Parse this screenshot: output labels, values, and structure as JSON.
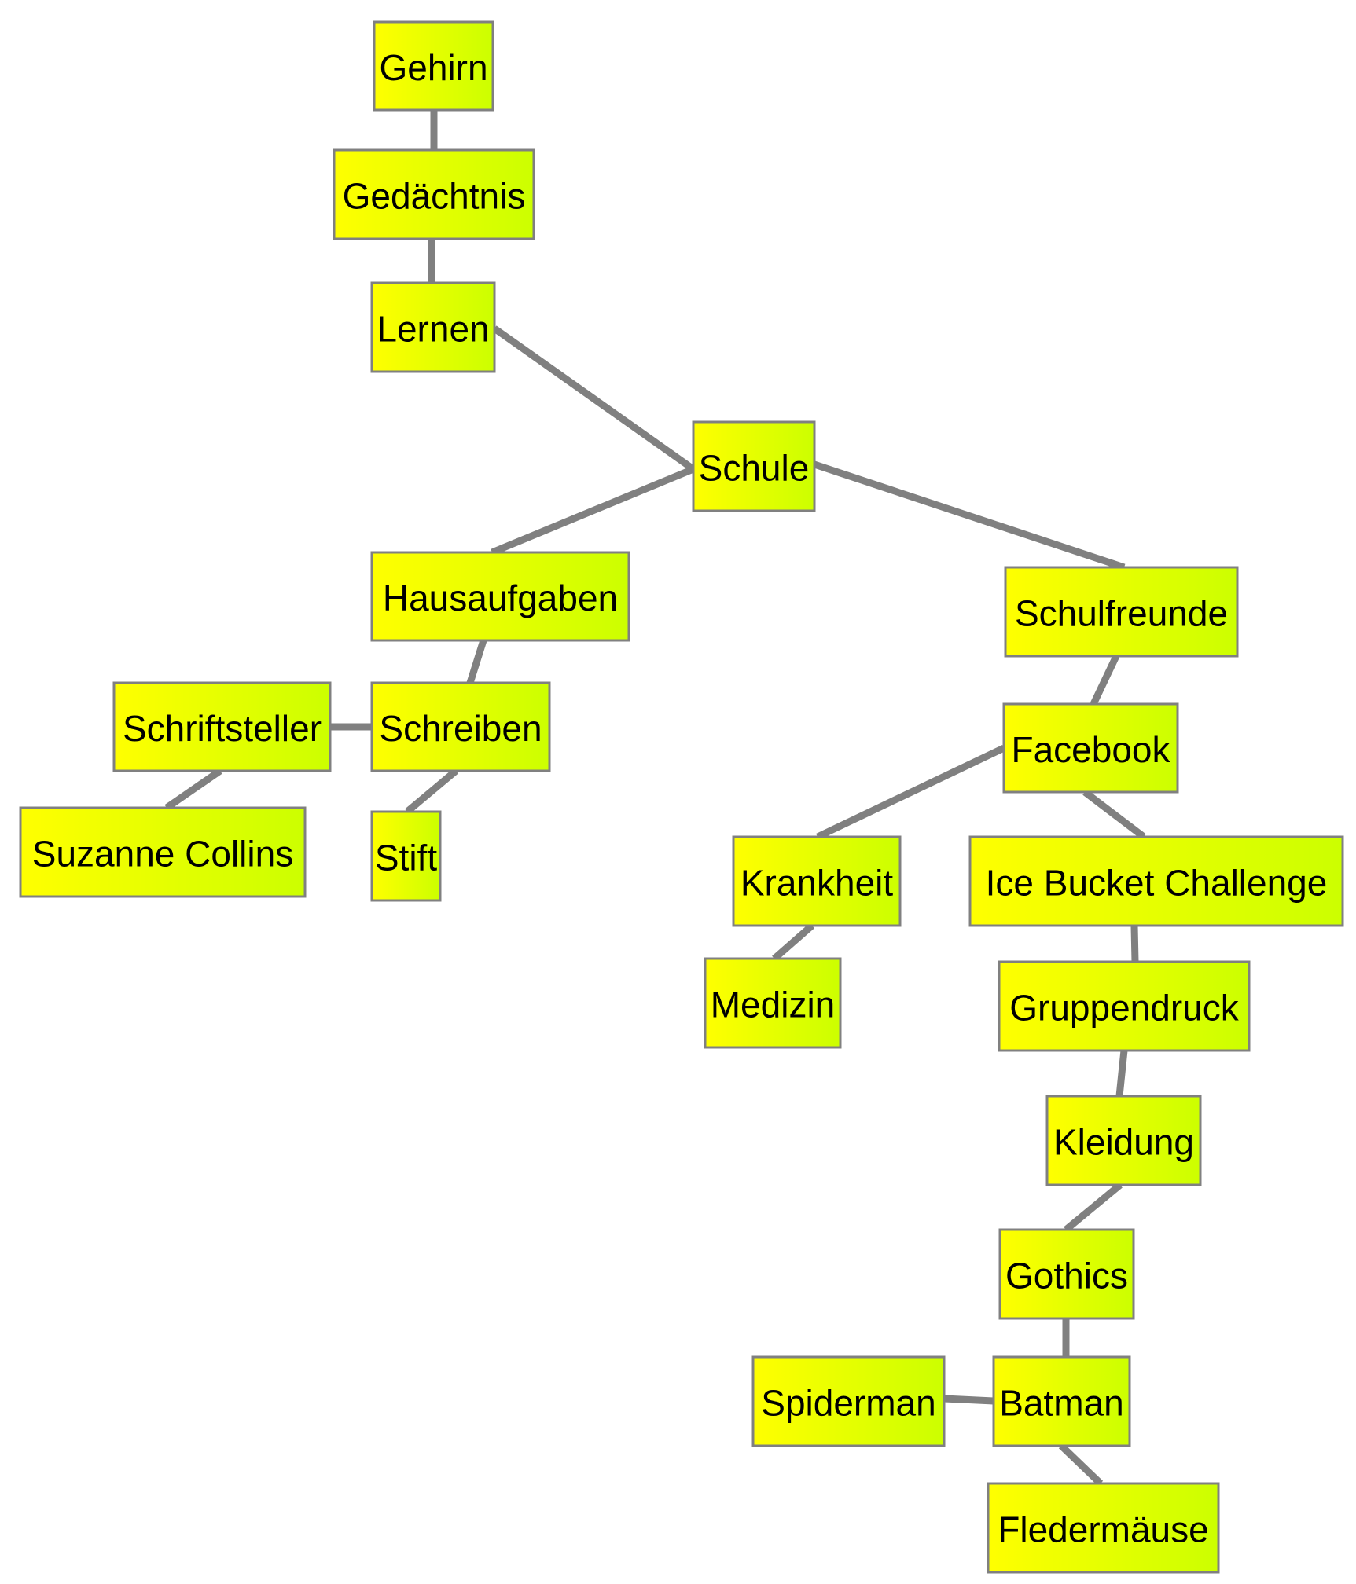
{
  "diagram": {
    "style": {
      "node_fill_start": "#ffff00",
      "node_fill_end": "#ccff00",
      "node_border": "#808080",
      "edge_color": "#808080",
      "text_color": "#000000",
      "background": "#ffffff"
    },
    "nodes": [
      {
        "id": "gehirn",
        "label": "Gehirn"
      },
      {
        "id": "gedaechtnis",
        "label": "Gedächtnis"
      },
      {
        "id": "lernen",
        "label": "Lernen"
      },
      {
        "id": "schule",
        "label": "Schule"
      },
      {
        "id": "hausaufgaben",
        "label": "Hausaufgaben"
      },
      {
        "id": "schulfreunde",
        "label": "Schulfreunde"
      },
      {
        "id": "schriftsteller",
        "label": "Schriftsteller"
      },
      {
        "id": "schreiben",
        "label": "Schreiben"
      },
      {
        "id": "facebook",
        "label": "Facebook"
      },
      {
        "id": "suzanne-collins",
        "label": "Suzanne Collins"
      },
      {
        "id": "stift",
        "label": "Stift"
      },
      {
        "id": "krankheit",
        "label": "Krankheit"
      },
      {
        "id": "ice-bucket-challenge",
        "label": "Ice Bucket Challenge"
      },
      {
        "id": "medizin",
        "label": "Medizin"
      },
      {
        "id": "gruppendruck",
        "label": "Gruppendruck"
      },
      {
        "id": "kleidung",
        "label": "Kleidung"
      },
      {
        "id": "gothics",
        "label": "Gothics"
      },
      {
        "id": "spiderman",
        "label": "Spiderman"
      },
      {
        "id": "batman",
        "label": "Batman"
      },
      {
        "id": "fledermaeuse",
        "label": "Fledermäuse"
      }
    ],
    "edges": [
      {
        "from": "gehirn",
        "to": "gedaechtnis"
      },
      {
        "from": "gedaechtnis",
        "to": "lernen"
      },
      {
        "from": "lernen",
        "to": "schule"
      },
      {
        "from": "schule",
        "to": "hausaufgaben"
      },
      {
        "from": "schule",
        "to": "schulfreunde"
      },
      {
        "from": "hausaufgaben",
        "to": "schreiben"
      },
      {
        "from": "schriftsteller",
        "to": "schreiben"
      },
      {
        "from": "schriftsteller",
        "to": "suzanne-collins"
      },
      {
        "from": "schreiben",
        "to": "stift"
      },
      {
        "from": "schulfreunde",
        "to": "facebook"
      },
      {
        "from": "facebook",
        "to": "krankheit"
      },
      {
        "from": "facebook",
        "to": "ice-bucket-challenge"
      },
      {
        "from": "krankheit",
        "to": "medizin"
      },
      {
        "from": "ice-bucket-challenge",
        "to": "gruppendruck"
      },
      {
        "from": "gruppendruck",
        "to": "kleidung"
      },
      {
        "from": "kleidung",
        "to": "gothics"
      },
      {
        "from": "gothics",
        "to": "batman"
      },
      {
        "from": "spiderman",
        "to": "batman"
      },
      {
        "from": "batman",
        "to": "fledermaeuse"
      }
    ]
  }
}
